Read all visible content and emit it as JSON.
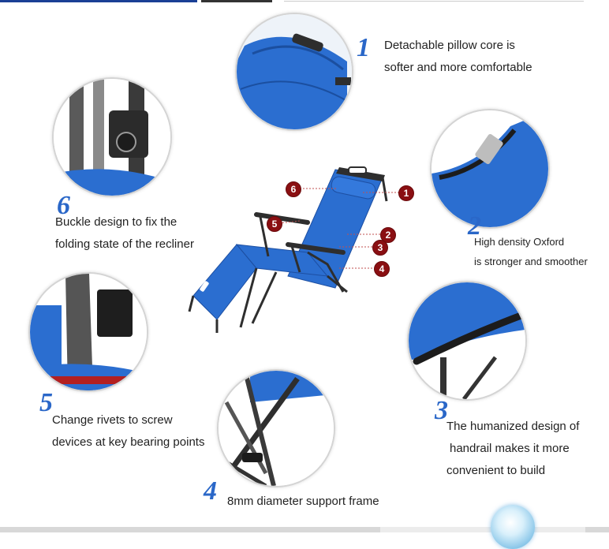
{
  "features": [
    {
      "number": "1",
      "lines": [
        "Detachable pillow core is",
        "softer and more comfortable"
      ],
      "icon": "pillow-closeup-image"
    },
    {
      "number": "2",
      "lines": [
        "High density Oxford",
        "is stronger and smoother"
      ],
      "icon": "fabric-closeup-image"
    },
    {
      "number": "3",
      "lines": [
        "The humanized design of",
        "handrail makes it more",
        "convenient to build"
      ],
      "icon": "handrail-closeup-image"
    },
    {
      "number": "4",
      "lines": [
        "8mm diameter support frame"
      ],
      "icon": "frame-closeup-image"
    },
    {
      "number": "5",
      "lines": [
        "Change rivets to screw",
        "devices at key bearing points"
      ],
      "icon": "screw-closeup-image"
    },
    {
      "number": "6",
      "lines": [
        "Buckle design to fix the",
        "folding state of the recliner"
      ],
      "icon": "buckle-closeup-image"
    }
  ],
  "markers": [
    "1",
    "2",
    "3",
    "4",
    "5",
    "6"
  ],
  "colors": {
    "accent": "#2a67c8",
    "marker": "#8a0f12",
    "fabric": "#2b6ed0",
    "frame": "#2e2e2e"
  }
}
